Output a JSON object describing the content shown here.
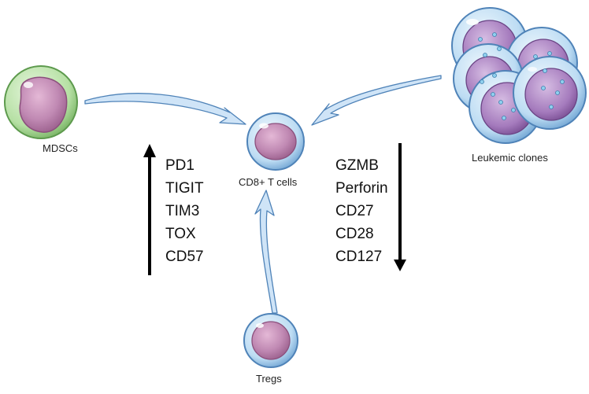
{
  "cells": {
    "mdsc": "MDSCs",
    "cd8": "CD8+ T cells",
    "leukemic": "Leukemic clones",
    "tregs": "Tregs"
  },
  "upregulated": [
    "PD1",
    "TIGIT",
    "TIM3",
    "TOX",
    "CD57"
  ],
  "downregulated": [
    "GZMB",
    "Perforin",
    "CD27",
    "CD28",
    "CD127"
  ],
  "colors": {
    "arrow_fill": "#cfe4f7",
    "arrow_stroke": "#4f83b8",
    "cell_nucleus": "#b982ad",
    "mdsc_membrane": "#a9d99a",
    "blue_membrane": "#b8d9f2",
    "leukemic_body": "#a87dbd"
  }
}
